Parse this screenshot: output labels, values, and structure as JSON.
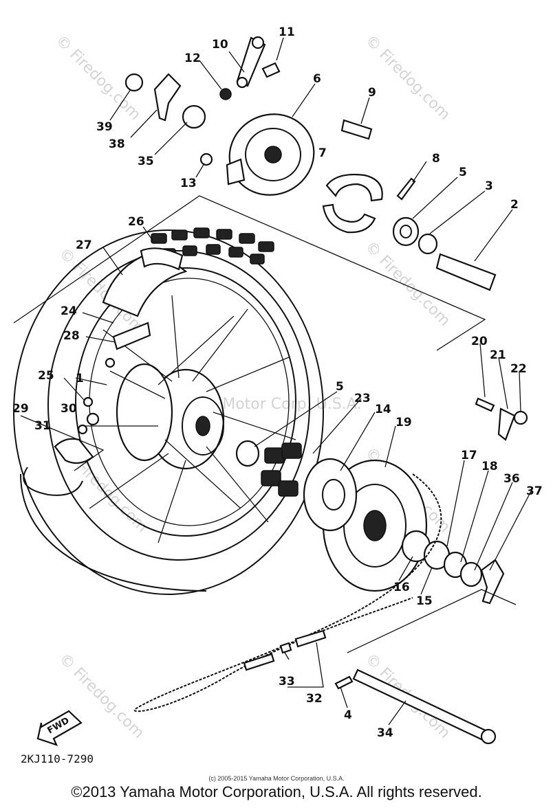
{
  "watermarks": {
    "site": "© Firedog.com",
    "center": "Yamaha Motor Corp. U.S.A."
  },
  "part_labels": {
    "p1": "1",
    "p2": "2",
    "p3": "3",
    "p4": "4",
    "p5a": "5",
    "p5b": "5",
    "p6": "6",
    "p7": "7",
    "p8": "8",
    "p9": "9",
    "p10": "10",
    "p11": "11",
    "p12": "12",
    "p13": "13",
    "p14": "14",
    "p15": "15",
    "p16": "16",
    "p17": "17",
    "p18": "18",
    "p19": "19",
    "p20": "20",
    "p21": "21",
    "p22": "22",
    "p23": "23",
    "p24": "24",
    "p25": "25",
    "p26": "26",
    "p27": "27",
    "p28": "28",
    "p29": "29",
    "p30": "30",
    "p31": "31",
    "p32": "32",
    "p33": "33",
    "p34": "34",
    "p35": "35",
    "p36": "36",
    "p37": "37",
    "p38": "38",
    "p39": "39"
  },
  "fwd_label": "FWD",
  "diagram_code": "2KJ110-7290",
  "copyright_small": "(c) 2005-2015 Yamaha Motor Corporation, U.S.A.",
  "copyright_main": "©2013 Yamaha Motor Corporation, U.S.A. All rights reserved."
}
